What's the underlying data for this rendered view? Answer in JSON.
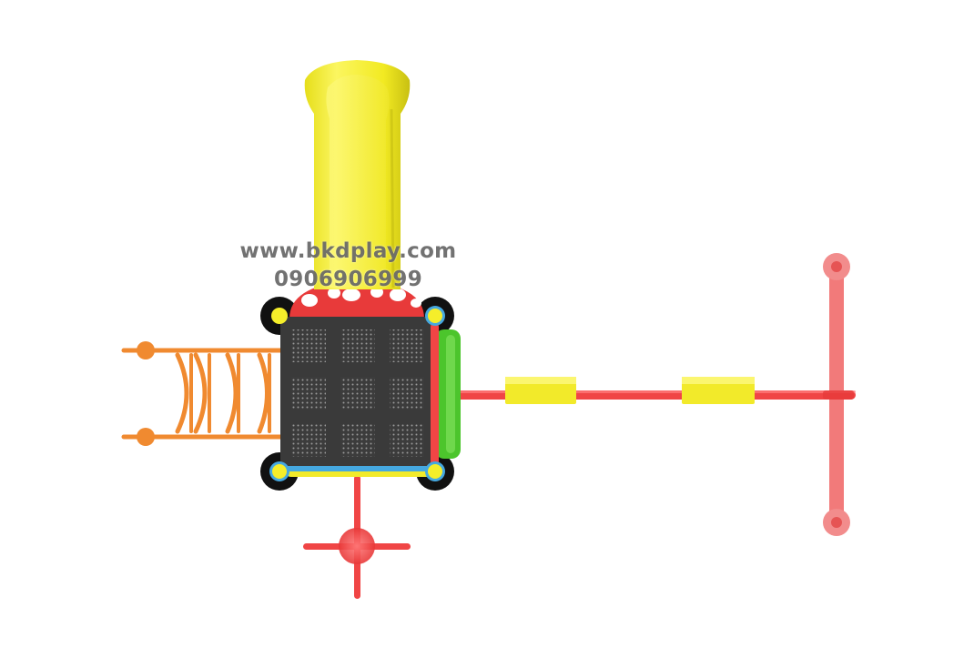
{
  "watermark": {
    "url": "www.bkdplay.com",
    "phone": "0906906999"
  },
  "colors": {
    "slide_yellow": "#f2ea2a",
    "frame_red": "#f04040",
    "ladder_orange": "#f08a30",
    "deck_dark": "#3a3a3a",
    "panel_green": "#4cc52c",
    "post_black": "#111111",
    "cap_blue": "#45a8e0"
  },
  "objects": [
    "tube-slide",
    "climbing-ladder",
    "perforated-deck",
    "mushroom-roof",
    "green-side-panel",
    "seesaw-beam",
    "seesaw-seats",
    "swing-t-bar",
    "spring-rider-handle"
  ]
}
